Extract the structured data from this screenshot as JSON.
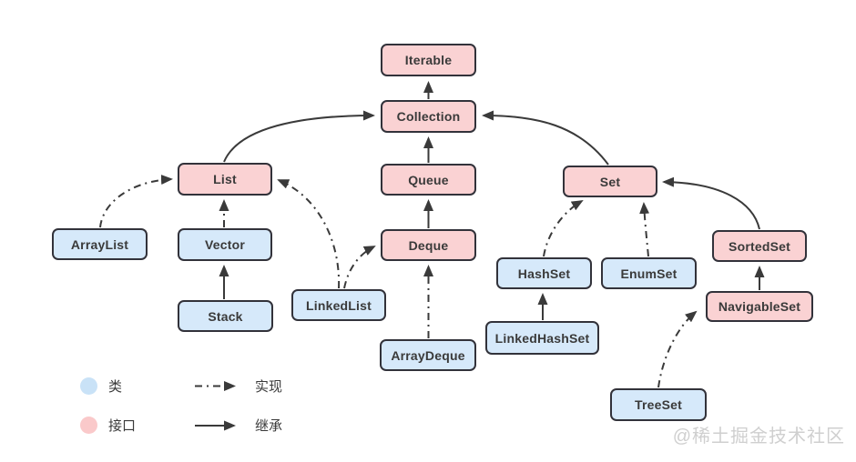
{
  "nodes": {
    "iterable": {
      "label": "Iterable",
      "type": "interface"
    },
    "collection": {
      "label": "Collection",
      "type": "interface"
    },
    "list": {
      "label": "List",
      "type": "interface"
    },
    "queue": {
      "label": "Queue",
      "type": "interface"
    },
    "set": {
      "label": "Set",
      "type": "interface"
    },
    "deque": {
      "label": "Deque",
      "type": "interface"
    },
    "sortedset": {
      "label": "SortedSet",
      "type": "interface"
    },
    "navigableset": {
      "label": "NavigableSet",
      "type": "interface"
    },
    "arraylist": {
      "label": "ArrayList",
      "type": "class"
    },
    "vector": {
      "label": "Vector",
      "type": "class"
    },
    "stack": {
      "label": "Stack",
      "type": "class"
    },
    "linkedlist": {
      "label": "LinkedList",
      "type": "class"
    },
    "arraydeque": {
      "label": "ArrayDeque",
      "type": "class"
    },
    "hashset": {
      "label": "HashSet",
      "type": "class"
    },
    "enumset": {
      "label": "EnumSet",
      "type": "class"
    },
    "linkedhashset": {
      "label": "LinkedHashSet",
      "type": "class"
    },
    "treeset": {
      "label": "TreeSet",
      "type": "class"
    }
  },
  "edges": [
    {
      "from": "Collection",
      "to": "Iterable",
      "relation": "继承"
    },
    {
      "from": "List",
      "to": "Collection",
      "relation": "继承"
    },
    {
      "from": "Queue",
      "to": "Collection",
      "relation": "继承"
    },
    {
      "from": "Set",
      "to": "Collection",
      "relation": "继承"
    },
    {
      "from": "Deque",
      "to": "Queue",
      "relation": "继承"
    },
    {
      "from": "Stack",
      "to": "Vector",
      "relation": "继承"
    },
    {
      "from": "LinkedHashSet",
      "to": "HashSet",
      "relation": "继承"
    },
    {
      "from": "SortedSet",
      "to": "Set",
      "relation": "继承"
    },
    {
      "from": "NavigableSet",
      "to": "SortedSet",
      "relation": "继承"
    },
    {
      "from": "ArrayList",
      "to": "List",
      "relation": "实现"
    },
    {
      "from": "Vector",
      "to": "List",
      "relation": "实现"
    },
    {
      "from": "LinkedList",
      "to": "List",
      "relation": "实现"
    },
    {
      "from": "LinkedList",
      "to": "Deque",
      "relation": "实现"
    },
    {
      "from": "ArrayDeque",
      "to": "Deque",
      "relation": "实现"
    },
    {
      "from": "HashSet",
      "to": "Set",
      "relation": "实现"
    },
    {
      "from": "EnumSet",
      "to": "Set",
      "relation": "实现"
    },
    {
      "from": "TreeSet",
      "to": "NavigableSet",
      "relation": "实现"
    }
  ],
  "legend": {
    "class_label": "类",
    "interface_label": "接口",
    "implements_label": "实现",
    "extends_label": "继承"
  },
  "watermark": "@稀土掘金技术社区",
  "colors": {
    "interface_fill": "#fad2d3",
    "class_fill": "#d6e9fa",
    "node_border": "#32323a",
    "arrow": "#3a3a3a",
    "node_text": "#3a3a3a",
    "watermark": "#cfcfcf",
    "bg": "#ffffff"
  }
}
